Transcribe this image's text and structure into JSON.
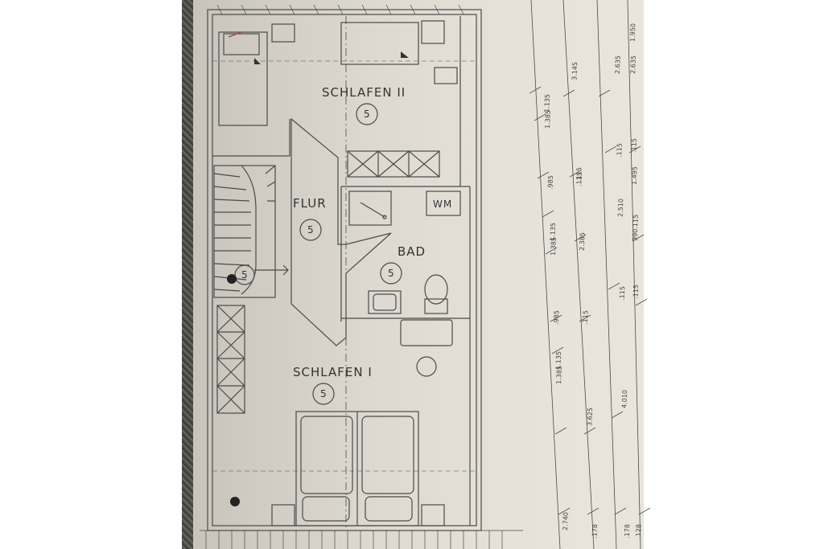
{
  "rooms": {
    "schlafen2": {
      "label": "SCHLAFEN II",
      "num": "5"
    },
    "flur": {
      "label": "FLUR",
      "num": "5"
    },
    "wm": {
      "label": "WM"
    },
    "bad": {
      "label": "BAD",
      "num": "5"
    },
    "stair": {
      "num": "5"
    },
    "schlafen1": {
      "label": "SCHLAFEN I",
      "num": "5"
    }
  },
  "dimensions": {
    "col1": [
      "1.385",
      "1.135",
      ".985",
      "1.385",
      "1.135",
      ".985",
      "1.385",
      "1.135",
      "2.740"
    ],
    "col2": [
      "3.145",
      ".115",
      ".115",
      "2.385",
      ".115",
      "3.625",
      ".178"
    ],
    "col3": [
      "2.635",
      ".115",
      "2.510",
      ".115",
      "4.010",
      ".178"
    ],
    "col4": [
      "1.950",
      "2.635",
      ".115",
      "1.495",
      "990.115",
      ".115",
      ".128"
    ]
  }
}
